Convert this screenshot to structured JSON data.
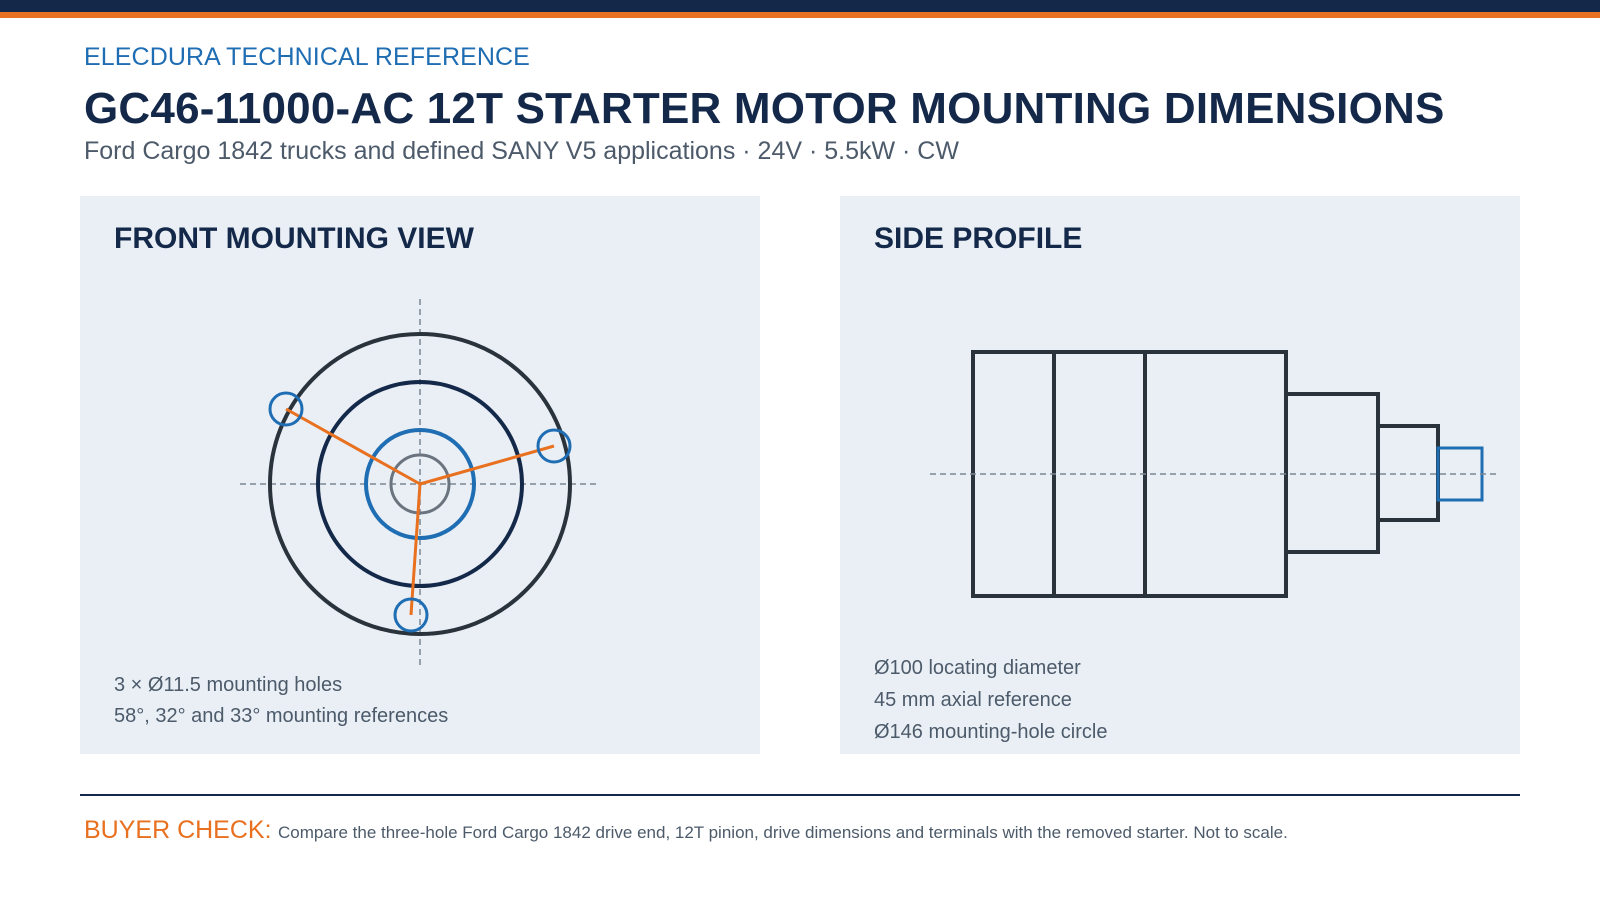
{
  "brand_label": "ELECDURA TECHNICAL REFERENCE",
  "title": "GC46-11000-AC 12T STARTER MOTOR MOUNTING DIMENSIONS",
  "subtitle": "Ford Cargo 1842 trucks and defined SANY V5 applications · 24V · 5.5kW · CW",
  "front_panel": {
    "heading": "FRONT MOUNTING VIEW",
    "notes": [
      "3 × Ø11.5 mounting holes",
      "58°, 32° and 33° mounting references"
    ]
  },
  "side_panel": {
    "heading": "SIDE PROFILE",
    "notes": [
      "Ø100 locating diameter",
      "45 mm axial reference",
      "Ø146 mounting-hole circle"
    ]
  },
  "footer": {
    "label": "BUYER CHECK:",
    "text": "Compare the three-hole Ford Cargo 1842 drive end, 12T pinion, drive dimensions and terminals with the removed starter. Not to scale."
  },
  "colors": {
    "navy": "#14294a",
    "accent_orange": "#e8701e",
    "link_blue": "#1f6db3",
    "panel_bg": "#e9eff5",
    "outline_dark": "#2a323c",
    "muted_text": "#4c5a6a"
  }
}
